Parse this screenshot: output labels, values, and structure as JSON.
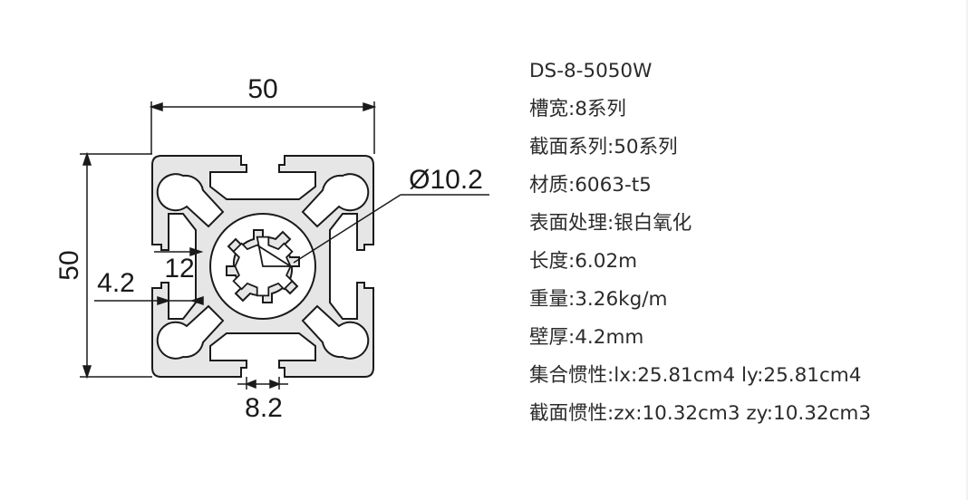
{
  "drawing": {
    "dim_width": "50",
    "dim_height": "50",
    "dim_hole": "Ø10.2",
    "dim_slot_depth": "12",
    "dim_wall": "4.2",
    "dim_slot": "8.2",
    "profile_fill": "#e6e6e6",
    "line_color": "#1a1a1a"
  },
  "specs": {
    "model": "DS-8-5050W",
    "rows": [
      {
        "label": "槽宽:",
        "value": "8系列"
      },
      {
        "label": "截面系列:",
        "value": "50系列"
      },
      {
        "label": "材质:",
        "value": "6063-t5"
      },
      {
        "label": "表面处理:",
        "value": "银白氧化"
      },
      {
        "label": "长度:",
        "value": "6.02m"
      },
      {
        "label": "重量:",
        "value": "3.26kg/m"
      },
      {
        "label": "壁厚:",
        "value": "4.2mm"
      },
      {
        "label": "集合惯性:",
        "value": "lx:25.81cm4 ly:25.81cm4"
      },
      {
        "label": "截面惯性:",
        "value": "zx:10.32cm3 zy:10.32cm3"
      }
    ]
  }
}
